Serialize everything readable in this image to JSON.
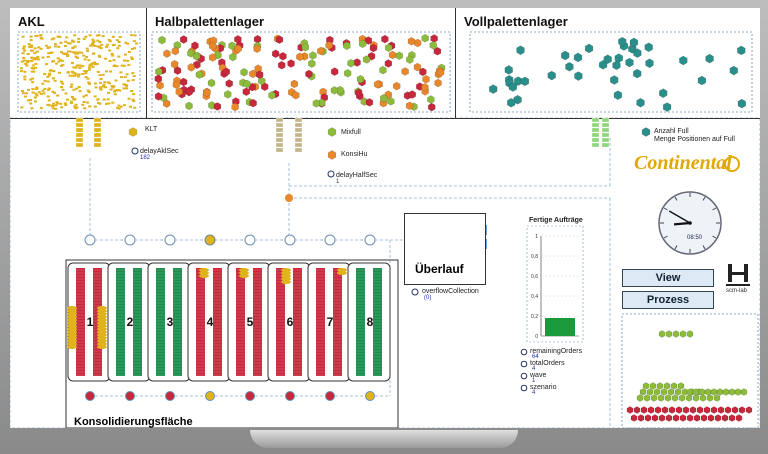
{
  "panels": {
    "akl": "AKL",
    "half_pallet": "Halbpalettenlager",
    "full_pallet": "Vollpalettenlager"
  },
  "legend": {
    "klt": "KLT",
    "mixfull": "Mixfull",
    "konsihu": "KonsiHu",
    "anzahl_full": "Anzahl Full",
    "menge_full": "Menge Positionen auf Full"
  },
  "params": [
    {
      "name": "delayAklSec",
      "value": "182"
    },
    {
      "name": "delayHalfSec",
      "value": "1"
    }
  ],
  "brand": "Continental",
  "lanes": [
    "1",
    "2",
    "3",
    "4",
    "5",
    "6",
    "7",
    "8"
  ],
  "overflow": {
    "title": "Überlauf",
    "name": "overflowCollection",
    "value": "(0)"
  },
  "consolidation_title": "Konsolidierungsfläche",
  "chart_data": {
    "type": "bar",
    "title": "Fertige Aufträge",
    "categories": [
      ""
    ],
    "values": [
      0.18
    ],
    "ylim": [
      0,
      1
    ],
    "yticks": [
      "0",
      "0,2",
      "0,4",
      "0,6",
      "0,8",
      "1"
    ]
  },
  "stats": [
    {
      "name": "remainingOrders",
      "value": "64"
    },
    {
      "name": "totalOrders",
      "value": "4"
    },
    {
      "name": "wave",
      "value": "1"
    },
    {
      "name": "szenario",
      "value": "4"
    }
  ],
  "clock": {
    "time": "08:50",
    "hour": 8,
    "minute": 50
  },
  "buttons": {
    "view": "View",
    "process": "Prozess"
  },
  "logo_caption": "scm-lab",
  "colors": {
    "accent": "#2e8b57",
    "red": "#c8283c",
    "green": "#1f8a4c",
    "teal": "#2a8f8a",
    "orange": "#e8882b",
    "lime": "#8dbb3c",
    "gold": "#e0b21c"
  }
}
